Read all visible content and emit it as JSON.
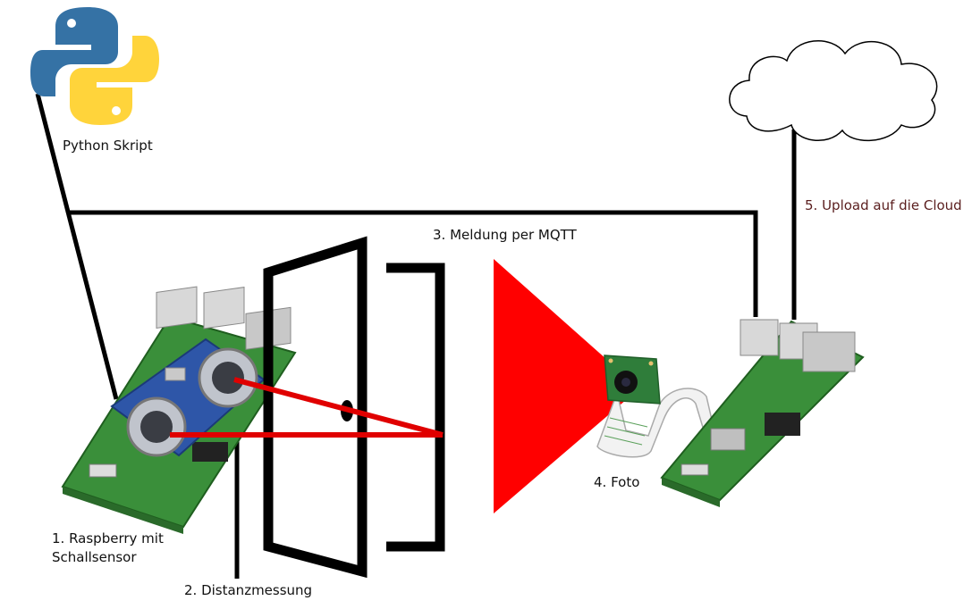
{
  "labels": {
    "python": "Python Skript",
    "step1_line1": "1. Raspberry mit",
    "step1_line2": "Schallsensor",
    "step2": "2. Distanzmessung",
    "step3": "3. Meldung per MQTT",
    "step4": "4. Foto",
    "step5": "5. Upload auf die Cloud"
  },
  "colors": {
    "wire": "#000000",
    "beam": "#e00000",
    "flash": "#ff0000",
    "pcb": "#3a8f3a",
    "sensor": "#2e56a8",
    "python_blue": "#3572a5",
    "python_yellow": "#ffd43b"
  }
}
